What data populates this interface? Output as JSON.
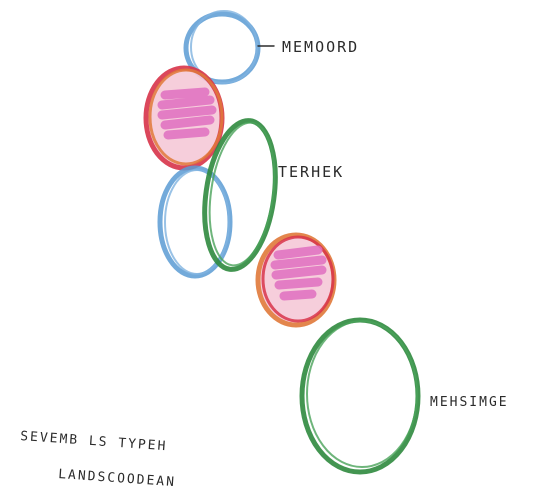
{
  "labels": {
    "top": "MEMOORD",
    "middle": "TERHEK",
    "bottom": "MEHSIMGE",
    "caption_line1": "SEVEMB LS TYPEH",
    "caption_line2": "LANDSCOODEAN"
  },
  "colors": {
    "blue": "#5a9bd4",
    "green": "#2f8a3e",
    "orange": "#e0793a",
    "red": "#d8344a",
    "magenta": "#e070c0",
    "ink": "#2b2b2b"
  }
}
